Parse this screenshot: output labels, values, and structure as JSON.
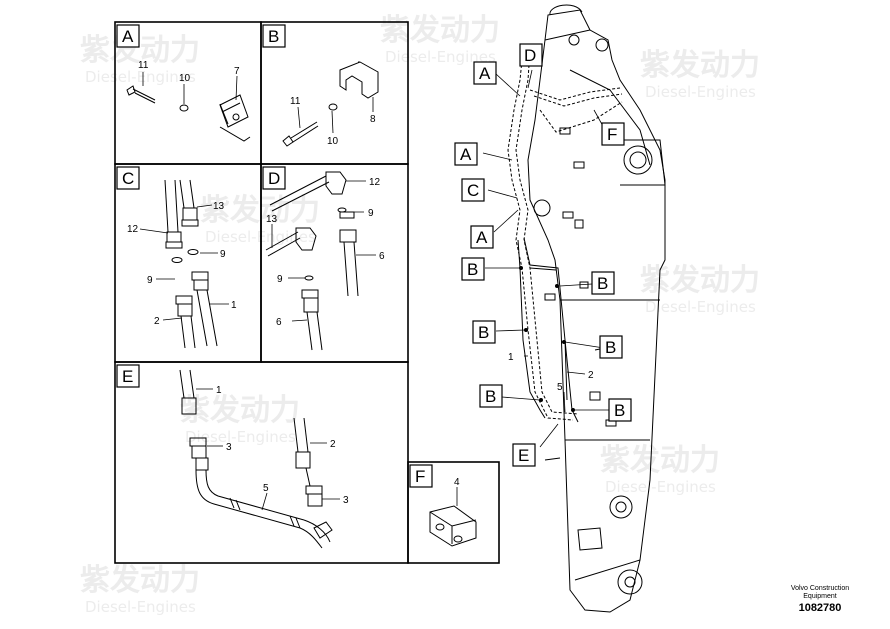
{
  "watermark": {
    "brand_cn": "紫发动力",
    "brand_en": "Diesel-Engines"
  },
  "panels": [
    {
      "key": "A",
      "label": "A",
      "parts": [
        "11",
        "10",
        "7"
      ]
    },
    {
      "key": "B",
      "label": "B",
      "parts": [
        "11",
        "10",
        "8"
      ]
    },
    {
      "key": "C",
      "label": "C",
      "parts": [
        "13",
        "12",
        "9",
        "9",
        "1",
        "2"
      ]
    },
    {
      "key": "D",
      "label": "D",
      "parts": [
        "12",
        "9",
        "13",
        "6",
        "9",
        "6"
      ]
    },
    {
      "key": "E",
      "label": "E",
      "parts": [
        "1",
        "3",
        "2",
        "5",
        "3"
      ]
    },
    {
      "key": "F",
      "label": "F",
      "parts": [
        "4"
      ]
    }
  ],
  "main_callouts": [
    "A",
    "D",
    "A",
    "F",
    "C",
    "A",
    "B",
    "B",
    "B",
    "B",
    "B",
    "B",
    "E"
  ],
  "main_parts": [
    "1",
    "2",
    "5"
  ],
  "footer": {
    "brand_line1": "Volvo Construction",
    "brand_line2": "Equipment",
    "code": "1082780"
  }
}
